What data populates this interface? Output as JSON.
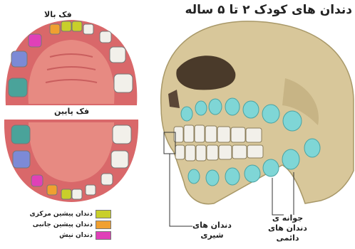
{
  "title": "دندان های کودک ۲ تا ۵ ساله",
  "upper_jaw_label": "فک بالا",
  "lower_jaw_label": "فک پایین",
  "legend": [
    {
      "label": "دندان پیشین مرکزی",
      "color": "#c9cf2a"
    },
    {
      "label": "دندان پیشین جانبی",
      "color": "#f0a030"
    },
    {
      "label": "دندان نیش",
      "color": "#e040b8"
    }
  ],
  "callouts": {
    "primary_teeth": {
      "line1": "دندان های",
      "line2": "شیری"
    },
    "permanent_buds": {
      "line1": "جوانه ی",
      "line2": "دندان های",
      "line3": "دائمی"
    }
  },
  "colors": {
    "gum": "#d9686a",
    "palate": "#e78a82",
    "tooth": "#f2f0ea",
    "bud": "#7fd6d6",
    "skull": "#d8c79a",
    "molar1": "#4aa39a",
    "molar2": "#7c8ad6"
  }
}
